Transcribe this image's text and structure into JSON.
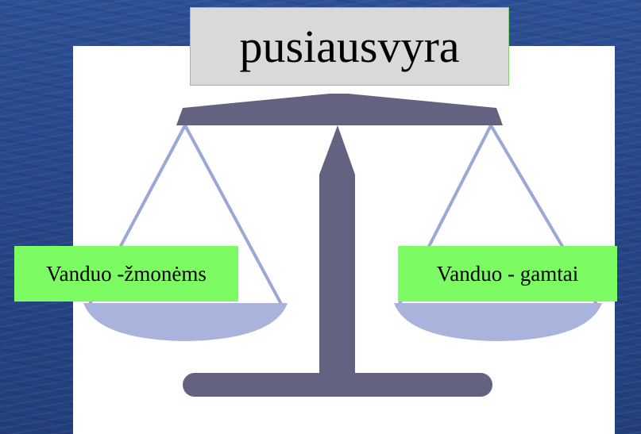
{
  "title": "pusiausvyra",
  "left_label": "Vanduo -žmonėms",
  "right_label": "Vanduo - gamtai",
  "colors": {
    "background": "#27478a",
    "panel": "#ffffff",
    "title_box": "#d9d9d9",
    "label_box": "#7cfb62",
    "scale_body": "#646281",
    "scale_pan": "#aab3dc",
    "scale_string": "#9ba7d6"
  }
}
